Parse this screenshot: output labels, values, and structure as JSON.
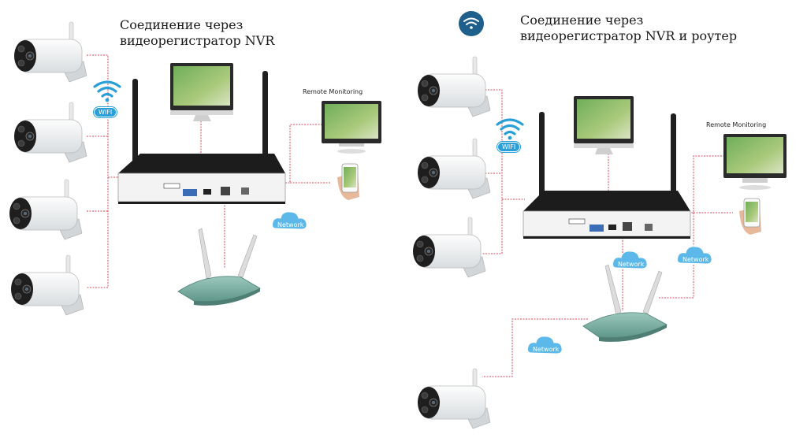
{
  "left": {
    "title_line1": "Соединение через",
    "title_line2": "видеорегистратор NVR",
    "wifi_label": "WIFI",
    "remote_label": "Remote Monitoring",
    "network_label": "Network"
  },
  "right": {
    "title_line1": "Соединение  через",
    "title_line2": "видеорегистратор NVR и роутер",
    "wifi_label": "WIFI",
    "remote_label": "Remote Monitoring",
    "network_label_1": "Network",
    "network_label_2": "Network",
    "network_label_3": "Network"
  },
  "colors": {
    "link_line": "#d9475a",
    "wifi_blue": "#2a9fd8",
    "router_green": "#7fb3a6",
    "cloud_blue": "#5bb8e8",
    "nvr_body": "#2b2b2b"
  },
  "icons": {
    "badge": "wifi-badge-icon",
    "wifi": "wifi-icon",
    "camera": "bullet-camera-icon",
    "cloud": "cloud-icon"
  }
}
